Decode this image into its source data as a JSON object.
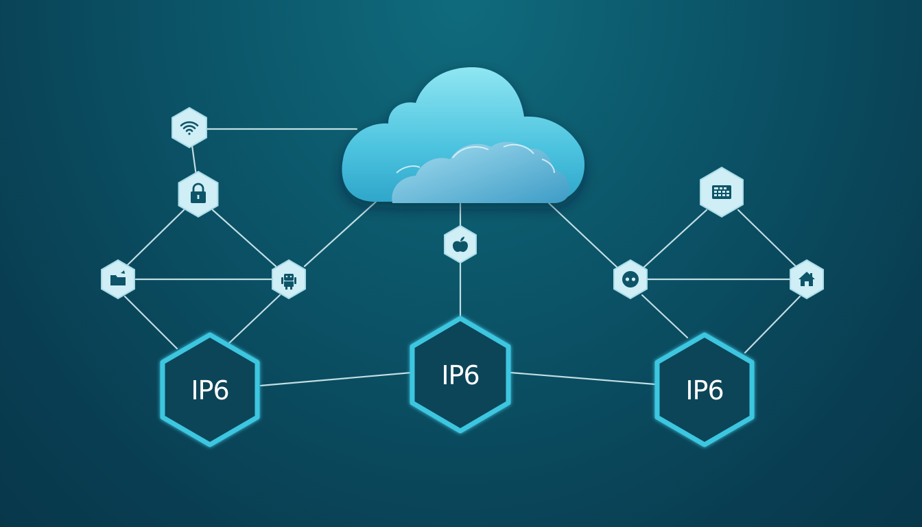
{
  "colors": {
    "background_top": "#0f6b7c",
    "background_bottom": "#08374a",
    "line": "#d6eef2",
    "node_fill": "#cfeef5",
    "node_icon": "#0d5468",
    "hex_stroke": "#3ec6e0",
    "hex_fill": "#0a4458",
    "cloud_light": "#7fe0ef",
    "cloud_mid": "#3fbddb",
    "cloud_dark": "#2a9fc4"
  },
  "cloud": {
    "icon": "cloud-icon"
  },
  "nodes": [
    {
      "id": "wifi",
      "icon": "wifi-icon"
    },
    {
      "id": "lock",
      "icon": "padlock-icon"
    },
    {
      "id": "folder",
      "icon": "folder-icon"
    },
    {
      "id": "robot",
      "icon": "android-icon"
    },
    {
      "id": "apple",
      "icon": "apple-icon"
    },
    {
      "id": "calc",
      "icon": "calculator-icon"
    },
    {
      "id": "dots",
      "icon": "chat-dots-icon"
    },
    {
      "id": "house",
      "icon": "home-icon"
    }
  ],
  "hubs": [
    {
      "id": "hub-left",
      "label": "IP6"
    },
    {
      "id": "hub-center",
      "label": "IP6"
    },
    {
      "id": "hub-right",
      "label": "IP6"
    }
  ]
}
